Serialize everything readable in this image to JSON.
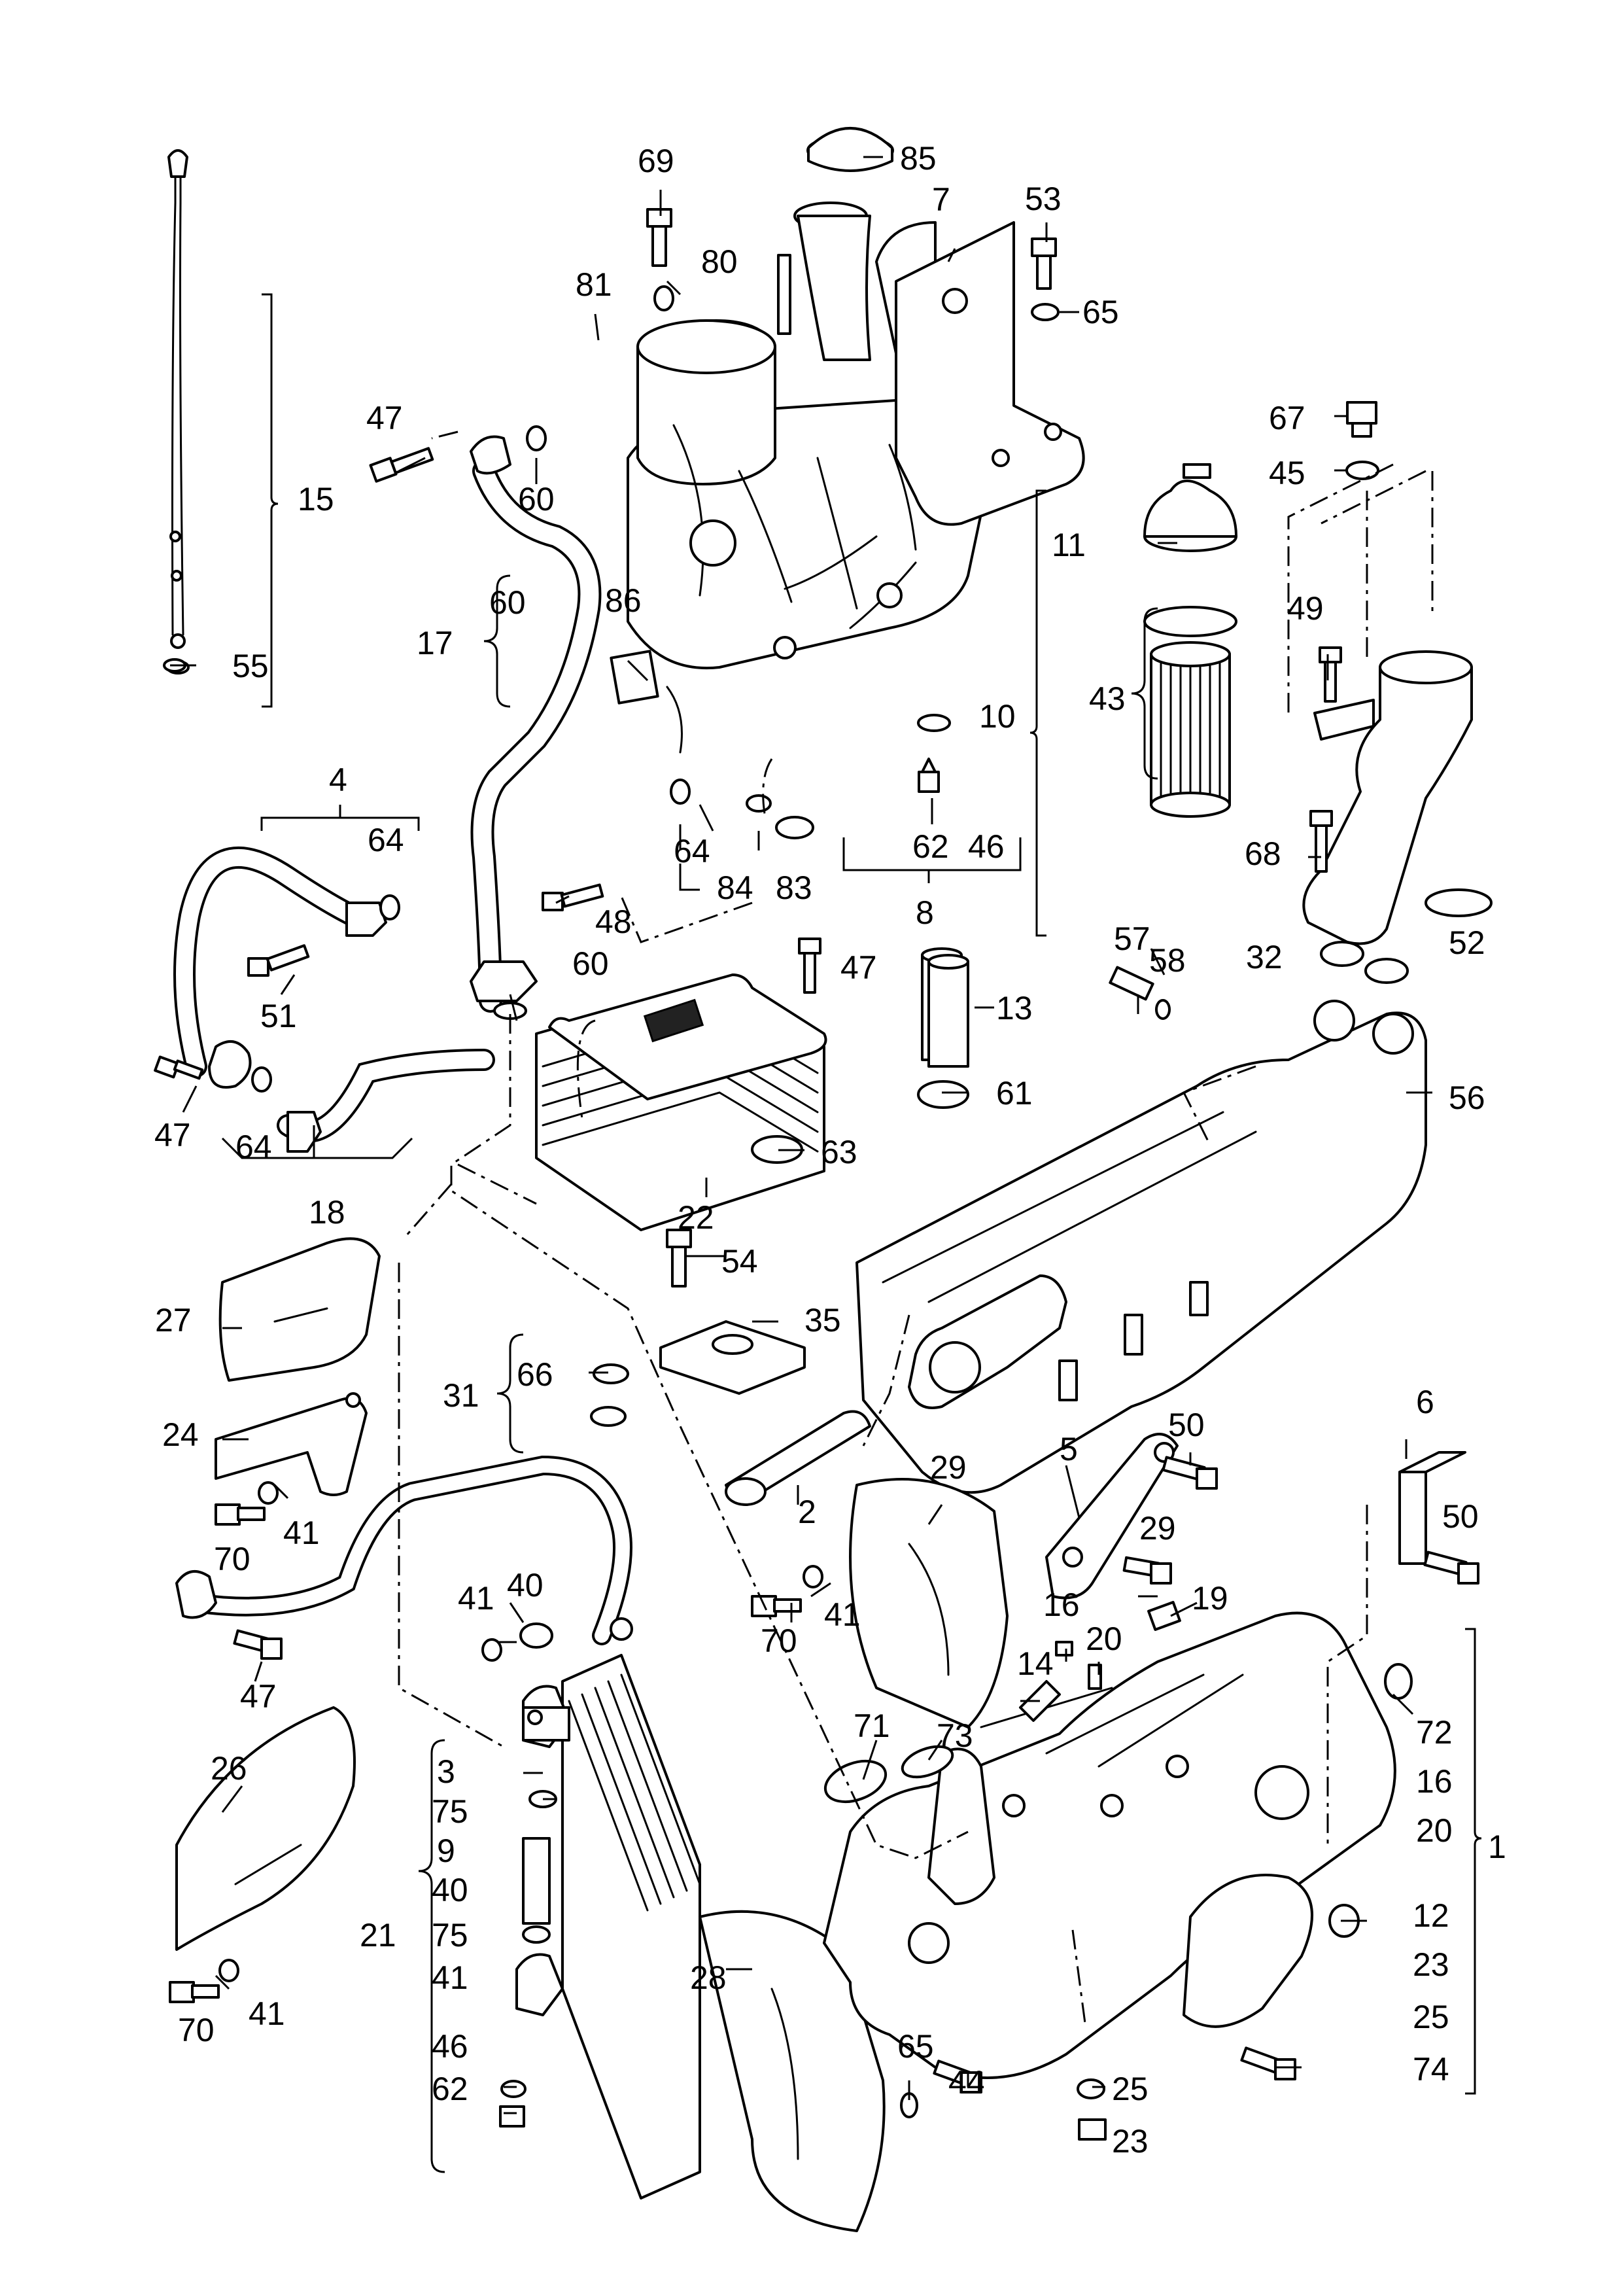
{
  "diagram": {
    "callouts": [
      {
        "id": "c85",
        "text": "85"
      },
      {
        "id": "c69",
        "text": "69"
      },
      {
        "id": "c7",
        "text": "7"
      },
      {
        "id": "c53",
        "text": "53"
      },
      {
        "id": "c65a",
        "text": "65"
      },
      {
        "id": "c80",
        "text": "80"
      },
      {
        "id": "c81",
        "text": "81"
      },
      {
        "id": "c47a",
        "text": "47"
      },
      {
        "id": "c60a",
        "text": "60"
      },
      {
        "id": "c15",
        "text": "15"
      },
      {
        "id": "c67",
        "text": "67"
      },
      {
        "id": "c45",
        "text": "45"
      },
      {
        "id": "c11",
        "text": "11"
      },
      {
        "id": "c60b",
        "text": "60"
      },
      {
        "id": "c17",
        "text": "17"
      },
      {
        "id": "c86",
        "text": "86"
      },
      {
        "id": "c49",
        "text": "49"
      },
      {
        "id": "c43",
        "text": "43"
      },
      {
        "id": "c10",
        "text": "10"
      },
      {
        "id": "c55",
        "text": "55"
      },
      {
        "id": "c4",
        "text": "4"
      },
      {
        "id": "c64a",
        "text": "64"
      },
      {
        "id": "c64b",
        "text": "64"
      },
      {
        "id": "c84",
        "text": "84"
      },
      {
        "id": "c83",
        "text": "83"
      },
      {
        "id": "c62a",
        "text": "62"
      },
      {
        "id": "c46a",
        "text": "46"
      },
      {
        "id": "c68",
        "text": "68"
      },
      {
        "id": "c52",
        "text": "52"
      },
      {
        "id": "c48",
        "text": "48"
      },
      {
        "id": "c8",
        "text": "8"
      },
      {
        "id": "c51",
        "text": "51"
      },
      {
        "id": "c60c",
        "text": "60"
      },
      {
        "id": "c47b",
        "text": "47"
      },
      {
        "id": "c57",
        "text": "57"
      },
      {
        "id": "c58",
        "text": "58"
      },
      {
        "id": "c32",
        "text": "32"
      },
      {
        "id": "c13",
        "text": "13"
      },
      {
        "id": "c61",
        "text": "61"
      },
      {
        "id": "c56",
        "text": "56"
      },
      {
        "id": "c47c",
        "text": "47"
      },
      {
        "id": "c64c",
        "text": "64"
      },
      {
        "id": "c18",
        "text": "18"
      },
      {
        "id": "c63",
        "text": "63"
      },
      {
        "id": "c22",
        "text": "22"
      },
      {
        "id": "c54",
        "text": "54"
      },
      {
        "id": "c27",
        "text": "27"
      },
      {
        "id": "c35",
        "text": "35"
      },
      {
        "id": "c66",
        "text": "66"
      },
      {
        "id": "c31",
        "text": "31"
      },
      {
        "id": "c24",
        "text": "24"
      },
      {
        "id": "c6",
        "text": "6"
      },
      {
        "id": "c50a",
        "text": "50"
      },
      {
        "id": "c29a",
        "text": "29"
      },
      {
        "id": "c5",
        "text": "5"
      },
      {
        "id": "c2",
        "text": "2"
      },
      {
        "id": "c41a",
        "text": "41"
      },
      {
        "id": "c70a",
        "text": "70"
      },
      {
        "id": "c50b",
        "text": "50"
      },
      {
        "id": "c29b",
        "text": "29"
      },
      {
        "id": "c19",
        "text": "19"
      },
      {
        "id": "c41b",
        "text": "41"
      },
      {
        "id": "c40a",
        "text": "40"
      },
      {
        "id": "c41c",
        "text": "41"
      },
      {
        "id": "c70b",
        "text": "70"
      },
      {
        "id": "c16a",
        "text": "16"
      },
      {
        "id": "c20a",
        "text": "20"
      },
      {
        "id": "c14",
        "text": "14"
      },
      {
        "id": "c47d",
        "text": "47"
      },
      {
        "id": "c26",
        "text": "26"
      },
      {
        "id": "c71",
        "text": "71"
      },
      {
        "id": "c73",
        "text": "73"
      },
      {
        "id": "c72",
        "text": "72"
      },
      {
        "id": "c16b",
        "text": "16"
      },
      {
        "id": "c3",
        "text": "3"
      },
      {
        "id": "c75a",
        "text": "75"
      },
      {
        "id": "c9",
        "text": "9"
      },
      {
        "id": "c40b",
        "text": "40"
      },
      {
        "id": "c20b",
        "text": "20"
      },
      {
        "id": "c1",
        "text": "1"
      },
      {
        "id": "c21",
        "text": "21"
      },
      {
        "id": "c75b",
        "text": "75"
      },
      {
        "id": "c12",
        "text": "12"
      },
      {
        "id": "c41d",
        "text": "41"
      },
      {
        "id": "c23a",
        "text": "23"
      },
      {
        "id": "c28",
        "text": "28"
      },
      {
        "id": "c25a",
        "text": "25"
      },
      {
        "id": "c70c",
        "text": "70"
      },
      {
        "id": "c41e",
        "text": "41"
      },
      {
        "id": "c65b",
        "text": "65"
      },
      {
        "id": "c44",
        "text": "44"
      },
      {
        "id": "c46b",
        "text": "46"
      },
      {
        "id": "c74",
        "text": "74"
      },
      {
        "id": "c25b",
        "text": "25"
      },
      {
        "id": "c62b",
        "text": "62"
      },
      {
        "id": "c23b",
        "text": "23"
      }
    ]
  }
}
